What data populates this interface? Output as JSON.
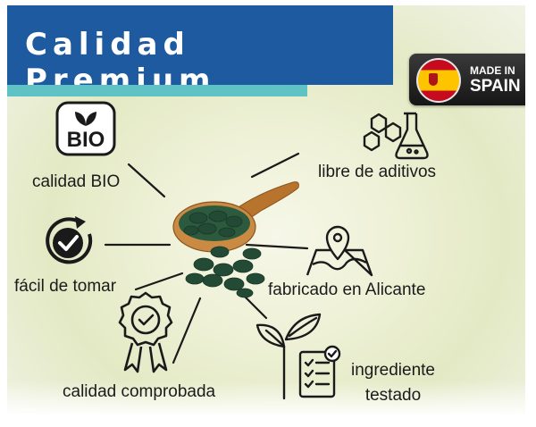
{
  "header": {
    "title": "Calidad Premium"
  },
  "badge": {
    "line1": "MADE IN",
    "line2": "SPAIN"
  },
  "features": {
    "bio_icon_text": "BIO",
    "bio": "calidad BIO",
    "additives": "libre de aditivos",
    "easy": "fácil de tomar",
    "made_in": "fabricado en Alicante",
    "tested_line1": "ingrediente",
    "tested_line2": "testado",
    "quality": "calidad comprobada"
  },
  "colors": {
    "banner": "#1e5aa0",
    "stripe": "#5fc3c5",
    "pill": "#234a34",
    "spoon": "#b8742c"
  }
}
